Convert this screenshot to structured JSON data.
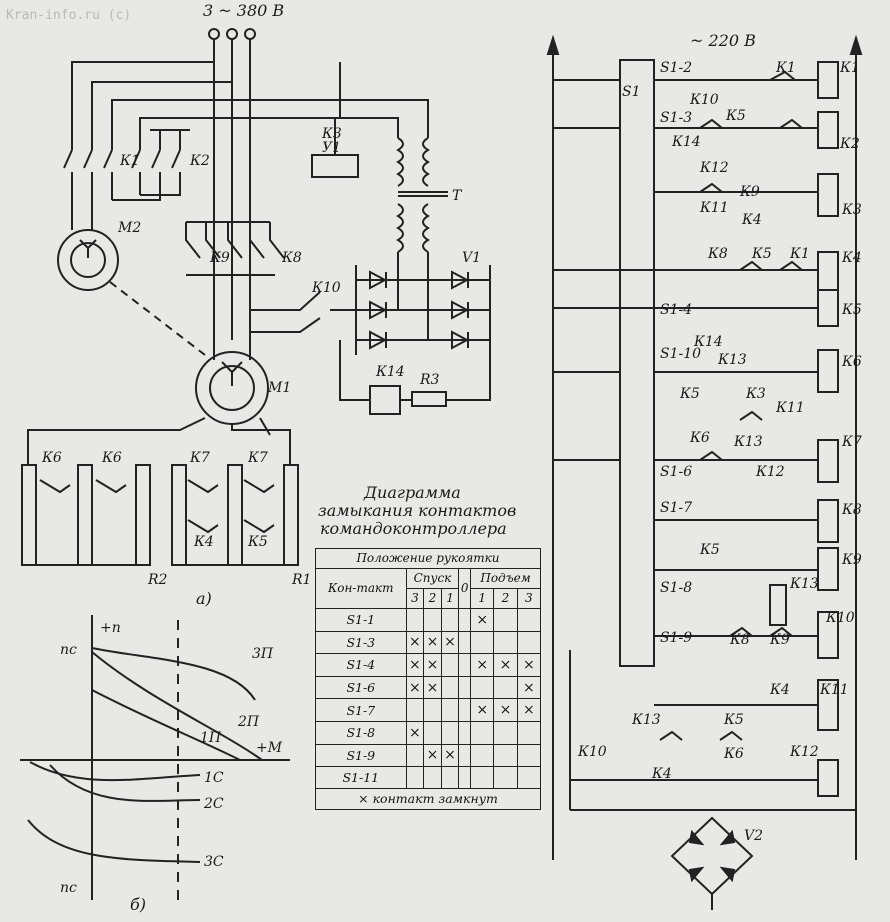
{
  "watermark": "Kran-info.ru (c)",
  "supply": {
    "three_phase": "3 ~ 380 В",
    "single_phase": "~ 220 В"
  },
  "components_left": [
    "К1",
    "К2",
    "КЗ",
    "У1",
    "Т",
    "М2",
    "К9",
    "К8",
    "V1",
    "К10",
    "К14",
    "R3",
    "М1",
    "К6",
    "К6",
    "К7",
    "К7",
    "К4",
    "К5",
    "R2",
    "R1"
  ],
  "components_right": [
    "S1",
    "S1-2",
    "S1-3",
    "К10",
    "К5",
    "К1",
    "К2",
    "К1",
    "К3",
    "К14",
    "К12",
    "К9",
    "К11",
    "К4",
    "К3",
    "К8",
    "К5",
    "К1",
    "К4",
    "S1-4",
    "К5",
    "S1-10",
    "К14",
    "К13",
    "К6",
    "К5",
    "К3",
    "К11",
    "К6",
    "К13",
    "К7",
    "S1-6",
    "К12",
    "S1-7",
    "К8",
    "К5",
    "К9",
    "S1-8",
    "К13",
    "S1-9",
    "К8",
    "К9",
    "К10",
    "К4",
    "К11",
    "К13",
    "К5",
    "К6",
    "К12",
    "К10",
    "К4",
    "V2"
  ],
  "caption_a": "а)",
  "caption_b": "б)",
  "graph": {
    "labels": [
      "+п",
      "пс",
      "3П",
      "2П",
      "1П",
      "+М",
      "1С",
      "2С",
      "3С",
      "пс"
    ]
  },
  "diagram": {
    "title_lines": [
      "Диаграмма",
      "замыкания контактов",
      "командоконтроллера"
    ],
    "header_position": "Положение рукоятки",
    "col_contact": "Кон-такт",
    "col_down": "Спуск",
    "col_zero": "0",
    "col_up": "Подъем",
    "sub_cols": [
      "3",
      "2",
      "1",
      "1",
      "2",
      "3"
    ],
    "rows": [
      {
        "contact": "S1-1",
        "marks": [
          "",
          "",
          "",
          "",
          "×",
          "",
          ""
        ]
      },
      {
        "contact": "S1-3",
        "marks": [
          "×",
          "×",
          "×",
          "",
          "",
          "",
          ""
        ]
      },
      {
        "contact": "S1-4",
        "marks": [
          "×",
          "×",
          "",
          "",
          "×",
          "×",
          "×"
        ]
      },
      {
        "contact": "S1-6",
        "marks": [
          "×",
          "×",
          "",
          "",
          "",
          "",
          "×"
        ]
      },
      {
        "contact": "S1-7",
        "marks": [
          "",
          "",
          "",
          "",
          "×",
          "×",
          "×"
        ]
      },
      {
        "contact": "S1-8",
        "marks": [
          "×",
          "",
          "",
          "",
          "",
          "",
          ""
        ]
      },
      {
        "contact": "S1-9",
        "marks": [
          "",
          "×",
          "×",
          "",
          "",
          "",
          ""
        ]
      },
      {
        "contact": "S1-11",
        "marks": [
          "",
          "",
          "",
          "",
          "",
          "",
          ""
        ]
      }
    ],
    "legend": "× контакт замкнут"
  }
}
